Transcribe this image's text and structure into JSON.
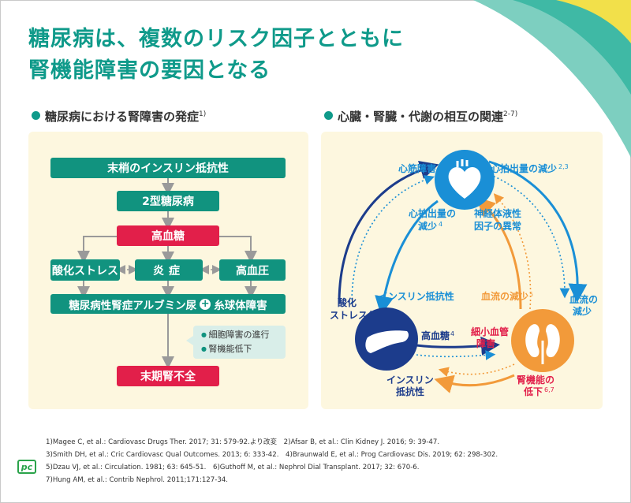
{
  "title": {
    "line1": "糖尿病は、複数のリスク因子とともに",
    "line2": "腎機能障害の要因となる"
  },
  "left": {
    "heading": "糖尿病における腎障害の発症",
    "heading_ref": "1)",
    "boxes": {
      "b1": "末梢のインスリン抵抗性",
      "b2": "2型糖尿病",
      "b3": "高血糖",
      "b4": "酸化ストレス",
      "b5": "炎症",
      "b6": "高血圧",
      "b7a": "糖尿病性腎症アルブミン尿",
      "b7b": "糸球体障害",
      "b8": "末期腎不全"
    },
    "note": [
      "細胞障害の進行",
      "腎機能低下"
    ]
  },
  "right": {
    "heading": "心臓・腎臓・代謝の相互の関連",
    "heading_ref": "2-7)",
    "labels": {
      "cardiomyopathy": "心筋障害",
      "cardiac_output_decrease": "心拍出量の減少",
      "cardiac_output_decrease_ref": "2,3",
      "inner_cardiac_output_1": "心拍出量の",
      "inner_cardiac_output_2": "減少",
      "inner_cardiac_output_ref": "4",
      "neurohumoral_1": "神経体液性",
      "neurohumoral_2": "因子の異常",
      "oxidative_1": "酸化",
      "oxidative_2": "ストレス",
      "oxidative_ref": "4",
      "insulin_resistance_inner": "インスリン抵抗性",
      "blood_flow_decrease_inner": "血流の減少",
      "blood_flow_decrease_inner_ref": "5",
      "blood_flow_decrease_outer_1": "血流の",
      "blood_flow_decrease_outer_2": "減少",
      "hyperglycemia": "高血糖",
      "hyperglycemia_ref": "4",
      "microvascular_1": "細小血管",
      "microvascular_2": "障害",
      "renal_decline_1": "腎機能の",
      "renal_decline_2": "低下",
      "renal_decline_ref": "6,7",
      "insulin_resistance_bottom_1": "インスリン",
      "insulin_resistance_bottom_2": "抵抗性"
    }
  },
  "references": [
    "1)Magee C, et al.: Cardiovasc Drugs Ther. 2017; 31: 579-92.より改変　2)Afsar B, et al.: Clin Kidney J. 2016; 9: 39-47.",
    "3)Smith DH, et al.: Cric Cardiovasc Qual Outcomes. 2013; 6: 333-42.　4)Braunwald E, et al.: Prog Cardiovasc Dis. 2019; 62: 298-302.",
    "5)Dzau VJ, et al.: Circulation. 1981; 63: 645-51.　6)Guthoff M, et al.: Nephrol Dial Transplant. 2017; 32: 670-6.",
    "7)Hung AM, et al.: Contrib Nephrol. 2011;171:127-34."
  ],
  "logo": "pc",
  "colors": {
    "teal": "#11937f",
    "red": "#e21f4a",
    "blue": "#1a8fd6",
    "orange": "#f29a3a",
    "navy": "#1c3c8c",
    "panel": "#fdf7df"
  }
}
